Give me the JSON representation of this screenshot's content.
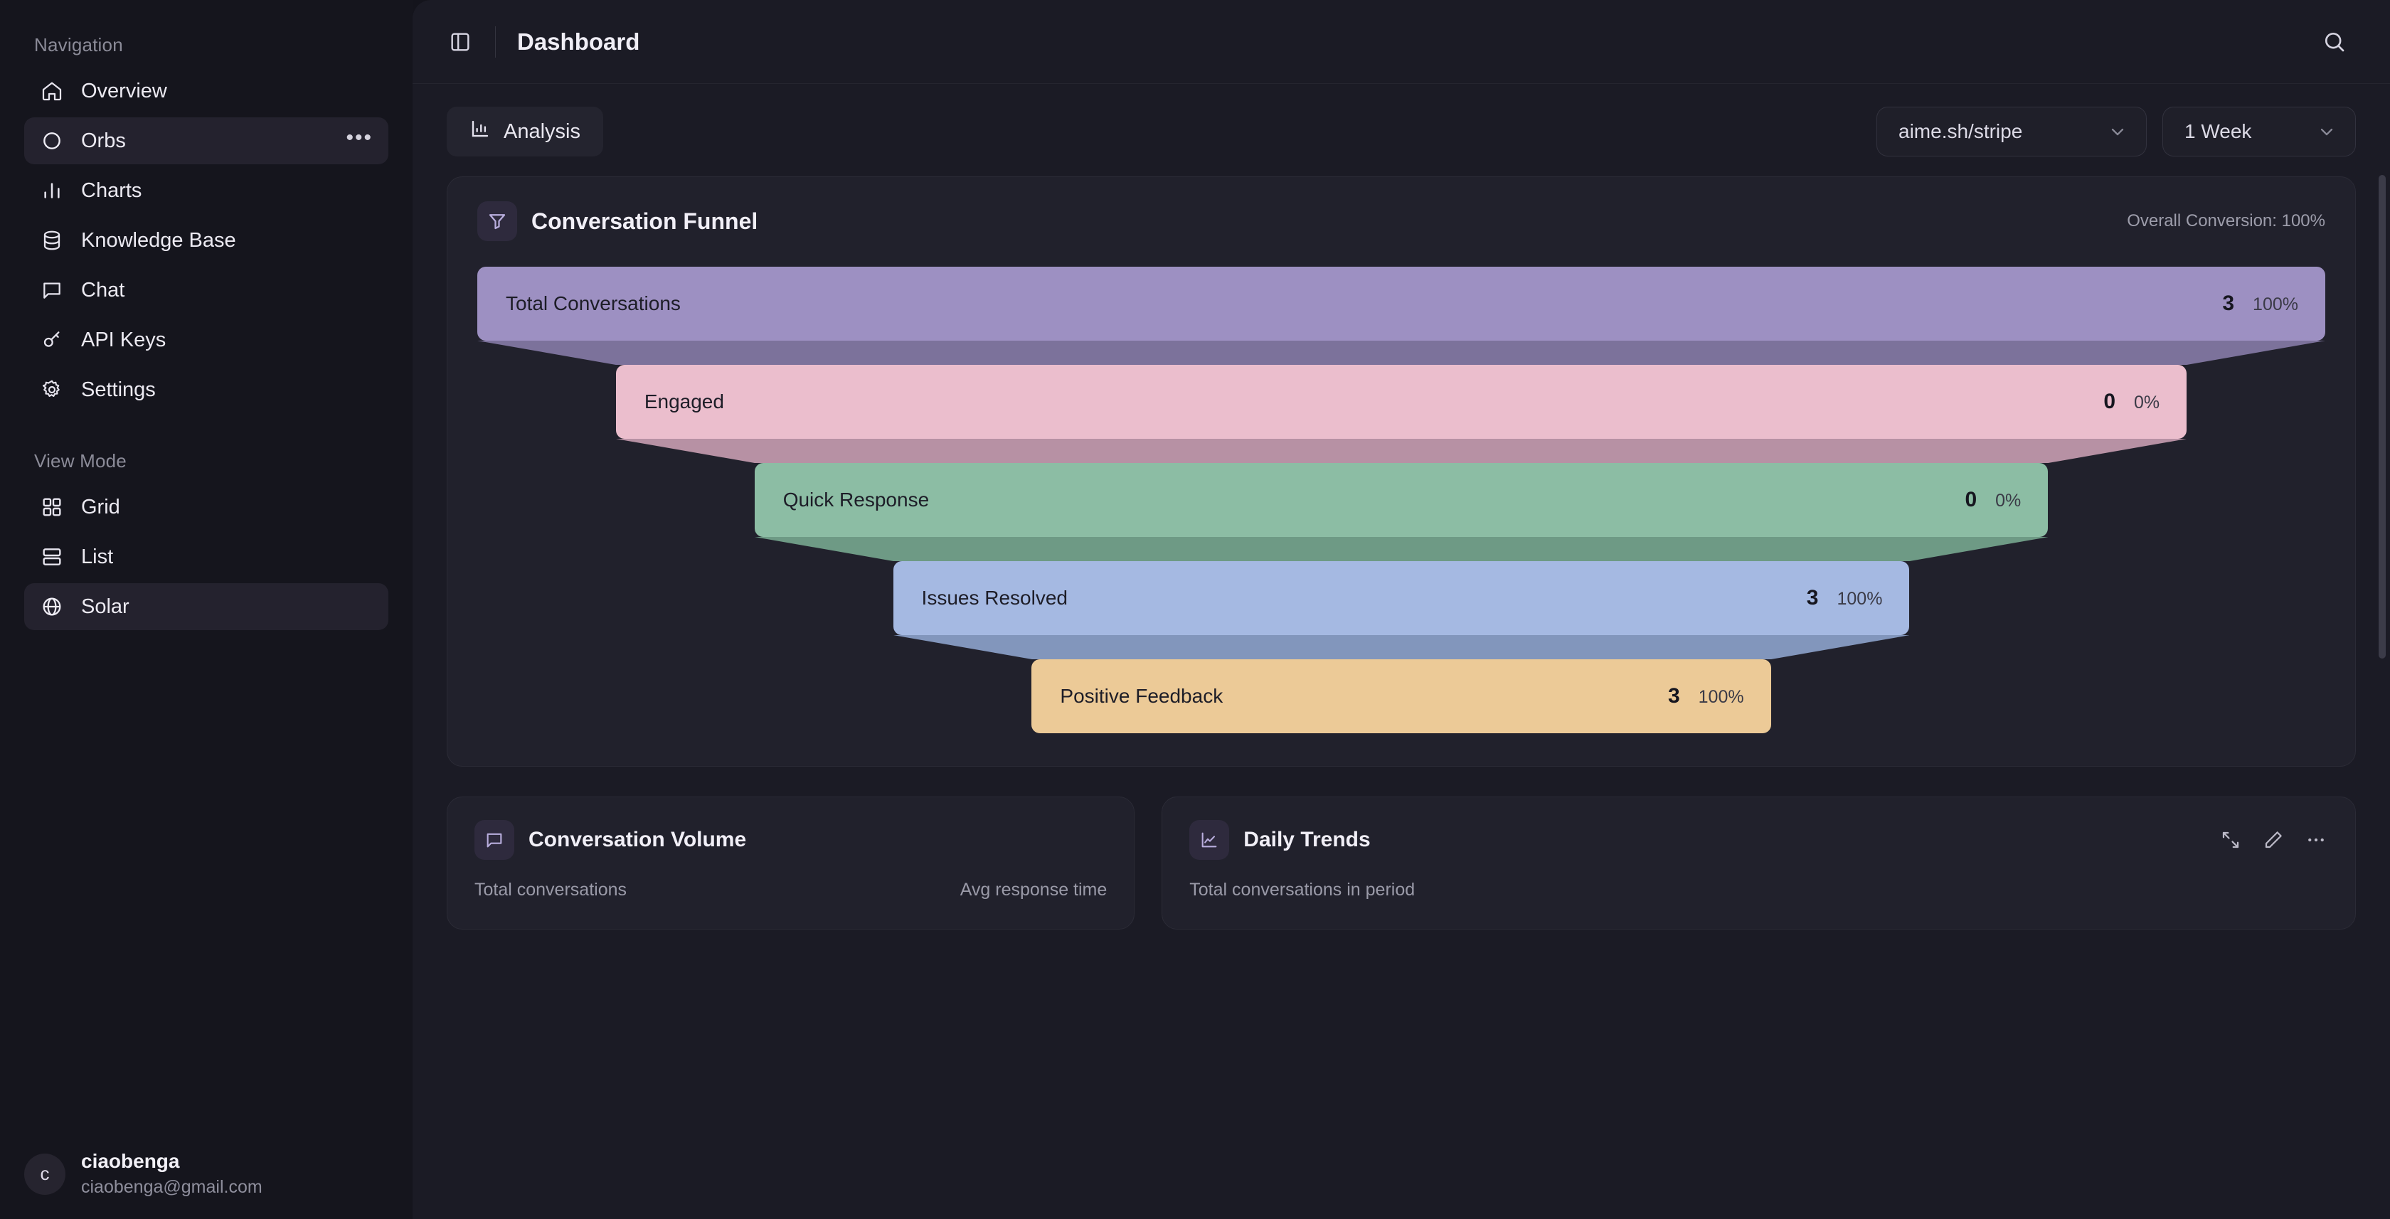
{
  "sidebar": {
    "nav_label": "Navigation",
    "nav_items": [
      {
        "label": "Overview",
        "icon": "home-icon",
        "active": false
      },
      {
        "label": "Orbs",
        "icon": "circle-icon",
        "active": true,
        "menu": "•••"
      },
      {
        "label": "Charts",
        "icon": "bar-chart-icon",
        "active": false
      },
      {
        "label": "Knowledge Base",
        "icon": "database-icon",
        "active": false
      },
      {
        "label": "Chat",
        "icon": "message-square-icon",
        "active": false
      },
      {
        "label": "API Keys",
        "icon": "key-icon",
        "active": false
      },
      {
        "label": "Settings",
        "icon": "gear-icon",
        "active": false
      }
    ],
    "view_mode_label": "View Mode",
    "view_mode_items": [
      {
        "label": "Grid",
        "icon": "grid-icon",
        "active": false
      },
      {
        "label": "List",
        "icon": "list-icon",
        "active": false
      },
      {
        "label": "Solar",
        "icon": "globe-icon",
        "active": true
      }
    ],
    "user": {
      "initial": "c",
      "name": "ciaobenga",
      "email": "ciaobenga@gmail.com"
    }
  },
  "header": {
    "title": "Dashboard",
    "panel_toggle_icon": "panel-left-icon",
    "search_icon": "search-icon"
  },
  "toolbar": {
    "analysis_label": "Analysis",
    "analysis_icon": "bar-chart-icon",
    "project_select": "aime.sh/stripe",
    "range_select": "1 Week"
  },
  "funnel_card": {
    "title": "Conversation Funnel",
    "icon": "filter-icon",
    "overall": "Overall Conversion: 100%"
  },
  "bottom_cards": [
    {
      "title": "Conversation Volume",
      "icon": "message-square-icon",
      "sub_left": "Total conversations",
      "sub_right": "Avg response time"
    },
    {
      "title": "Daily Trends",
      "icon": "line-chart-icon",
      "sub_left": "Total conversations in period",
      "sub_right": "",
      "actions": [
        "expand-icon",
        "pencil-icon",
        "more-icon"
      ]
    }
  ],
  "chart_data": {
    "type": "bar",
    "title": "Conversation Funnel",
    "subtitle": "Overall Conversion: 100%",
    "orientation": "funnel",
    "categories": [
      "Total Conversations",
      "Engaged",
      "Quick Response",
      "Issues Resolved",
      "Positive Feedback"
    ],
    "values": [
      3,
      0,
      0,
      3,
      3
    ],
    "percents": [
      "100%",
      "0%",
      "0%",
      "100%",
      "100%"
    ],
    "value_labels": [
      "3",
      "0",
      "0",
      "3",
      "3"
    ],
    "colors": [
      "#9d90c2",
      "#ebbecd",
      "#8cbda4",
      "#a5b9e2",
      "#ecca97"
    ],
    "connector_colors": [
      "#7c729b",
      "#b791a4",
      "#6e9a85",
      "#8296bc"
    ],
    "widths_pct": [
      100,
      85,
      70,
      55,
      40
    ],
    "xlabel": "",
    "ylabel": "",
    "grid": false,
    "legend": "none"
  },
  "colors": {
    "app_bg": "#14141c",
    "sidebar_bg": "#15151d",
    "main_bg": "#1b1b25",
    "card_bg": "#21212c",
    "accent": "#b9aede"
  }
}
